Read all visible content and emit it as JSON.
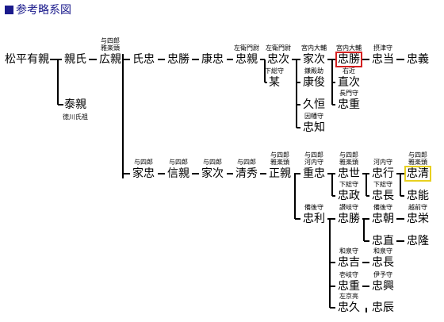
{
  "header": {
    "title": "参考略系図"
  },
  "colors": {
    "header": "#1a1a8c",
    "line": "#000000",
    "highlight_red": "#d42020",
    "highlight_yellow": "#e8d020"
  },
  "tree": {
    "names": {
      "matsudaira_arichika": "松平有親",
      "chikauji": "親氏",
      "hirochika": "広親",
      "yasuchika": "泰親",
      "ujitada": "氏忠",
      "tadakatsu_a": "忠勝",
      "yasutada": "康忠",
      "tadachika": "忠親",
      "tadatsugu": "忠次",
      "ietsugu_a": "家次",
      "tadakatsu_b": "忠勝",
      "tadamasa_a": "忠当",
      "tadayoshi": "忠義",
      "bou": "某",
      "yasutoshi": "康俊",
      "tadatsugu_b": "直次",
      "hisatsune": "久恒",
      "tadashige_a": "忠重",
      "tadatomo": "忠知",
      "ietada": "家忠",
      "nobuchika": "信親",
      "ietsugu_b": "家次",
      "kiyohide": "清秀",
      "masachika": "正親",
      "shigetada": "重忠",
      "tadayo": "忠世",
      "tadayuki": "忠行",
      "tadakiyo": "忠清",
      "tadamasa_b": "忠政",
      "tadanaga_a": "忠長",
      "tadayoshi_b": "忠能",
      "tadatoshi": "忠利",
      "tadakatsu_c": "忠勝",
      "tadatomo_b": "忠朝",
      "tadahide": "忠栄",
      "tadanao": "忠直",
      "tadataka": "忠隆",
      "tadayoshi_c": "忠吉",
      "tadanaga_b": "忠長",
      "tadashige_b": "忠重",
      "tadaoki": "忠興",
      "tadahisa": "忠久",
      "tadatoki": "忠辰"
    },
    "titles": {
      "hirochika": "与四郎 雅楽頭",
      "yasuchika_note": "徳川氏祖",
      "tadachika": "左衛門尉",
      "tadatsugu": "左衛門尉",
      "ietsugu_a": "宮内大輔",
      "tadakatsu_b": "宮内大輔",
      "tadamasa_a": "摂津守",
      "bou": "下総守",
      "yasutoshi": "鎌殿助",
      "tadatsugu_b": "右近",
      "tadashige_a": "長門守",
      "tadatomo": "因幡守",
      "ietada": "与四郎",
      "nobuchika": "与四郎",
      "ietsugu_b": "与四郎",
      "kiyohide": "与四郎",
      "masachika": "与四郎 雅楽頭",
      "shigetada": "与四郎 河内守",
      "tadayo": "与四郎 雅楽頭",
      "tadayuki": "河内守",
      "tadakiyo": "与四郎 雅楽頭",
      "tadamasa_b": "下総守",
      "tadanaga_a": "下総守",
      "tadatoshi": "備後守",
      "tadakatsu_c": "讃岐守",
      "tadatomo_b": "備後守",
      "tadahide": "越前守",
      "tadayoshi_c": "和泉守",
      "tadanaga_b": "和泉守",
      "tadashige_b": "壱岐守",
      "tadaoki": "伊予守",
      "tadahisa": "左京亮"
    }
  }
}
